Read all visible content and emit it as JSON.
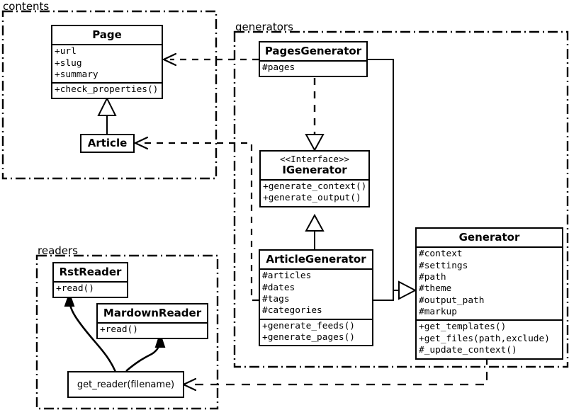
{
  "diagram": {
    "title": "Pelican architecture UML class diagram",
    "packages": [
      {
        "name": "contents-package",
        "label": "contents"
      },
      {
        "name": "generators-package",
        "label": "generators"
      },
      {
        "name": "readers-package",
        "label": "readers"
      }
    ],
    "classes": [
      {
        "name": "page-class",
        "title": "Page",
        "stereotype": "",
        "attributes": [
          "+url",
          "+slug",
          "+summary"
        ],
        "operations": [
          "+check_properties()"
        ]
      },
      {
        "name": "article-class",
        "title": "Article",
        "stereotype": "",
        "attributes": [],
        "operations": []
      },
      {
        "name": "pagesgenerator-class",
        "title": "PagesGenerator",
        "stereotype": "",
        "attributes": [
          "#pages"
        ],
        "operations": []
      },
      {
        "name": "igenerator-class",
        "title": "IGenerator",
        "stereotype": "<<Interface>>",
        "attributes": [],
        "operations": [
          "+generate_context()",
          "+generate_output()"
        ]
      },
      {
        "name": "articlegenerator-class",
        "title": "ArticleGenerator",
        "stereotype": "",
        "attributes": [
          "#articles",
          "#dates",
          "#tags",
          "#categories"
        ],
        "operations": [
          "+generate_feeds()",
          "+generate_pages()"
        ]
      },
      {
        "name": "generator-class",
        "title": "Generator",
        "stereotype": "",
        "attributes": [
          "#context",
          "#settings",
          "#path",
          "#theme",
          "#output_path",
          "#markup"
        ],
        "operations": [
          "+get_templates()",
          "+get_files(path,exclude)",
          "#_update_context()"
        ]
      },
      {
        "name": "rstreader-class",
        "title": "RstReader",
        "stereotype": "",
        "attributes": [],
        "operations": [
          "+read()"
        ]
      },
      {
        "name": "mardownreader-class",
        "title": "MardownReader",
        "stereotype": "",
        "attributes": [],
        "operations": [
          "+read()"
        ]
      }
    ],
    "functions": [
      {
        "name": "get-reader-function",
        "label": "get_reader(filename)"
      }
    ],
    "relationships": [
      {
        "name": "pagesgenerator-uses-page",
        "kind": "dependency",
        "from": "PagesGenerator",
        "to": "Page"
      },
      {
        "name": "articlegenerator-uses-article",
        "kind": "dependency",
        "from": "ArticleGenerator",
        "to": "Article"
      },
      {
        "name": "article-inherits-page",
        "kind": "generalization",
        "from": "Article",
        "to": "Page"
      },
      {
        "name": "pagesgenerator-realizes-igenerator",
        "kind": "realization",
        "from": "PagesGenerator",
        "to": "IGenerator"
      },
      {
        "name": "articlegenerator-realizes-igenerator",
        "kind": "realization",
        "from": "ArticleGenerator",
        "to": "IGenerator"
      },
      {
        "name": "pagesgenerator-inherits-generator",
        "kind": "generalization",
        "from": "PagesGenerator",
        "to": "Generator"
      },
      {
        "name": "articlegenerator-inherits-generator",
        "kind": "generalization",
        "from": "ArticleGenerator",
        "to": "Generator"
      },
      {
        "name": "generator-uses-get-reader",
        "kind": "dependency",
        "from": "Generator",
        "to": "get_reader(filename)"
      },
      {
        "name": "get-reader-returns-rstreader",
        "kind": "instantiation",
        "from": "get_reader(filename)",
        "to": "RstReader"
      },
      {
        "name": "get-reader-returns-mardownreader",
        "kind": "instantiation",
        "from": "get_reader(filename)",
        "to": "MardownReader"
      }
    ],
    "colors": {
      "stroke": "#000000",
      "fill": "#ffffff"
    }
  }
}
